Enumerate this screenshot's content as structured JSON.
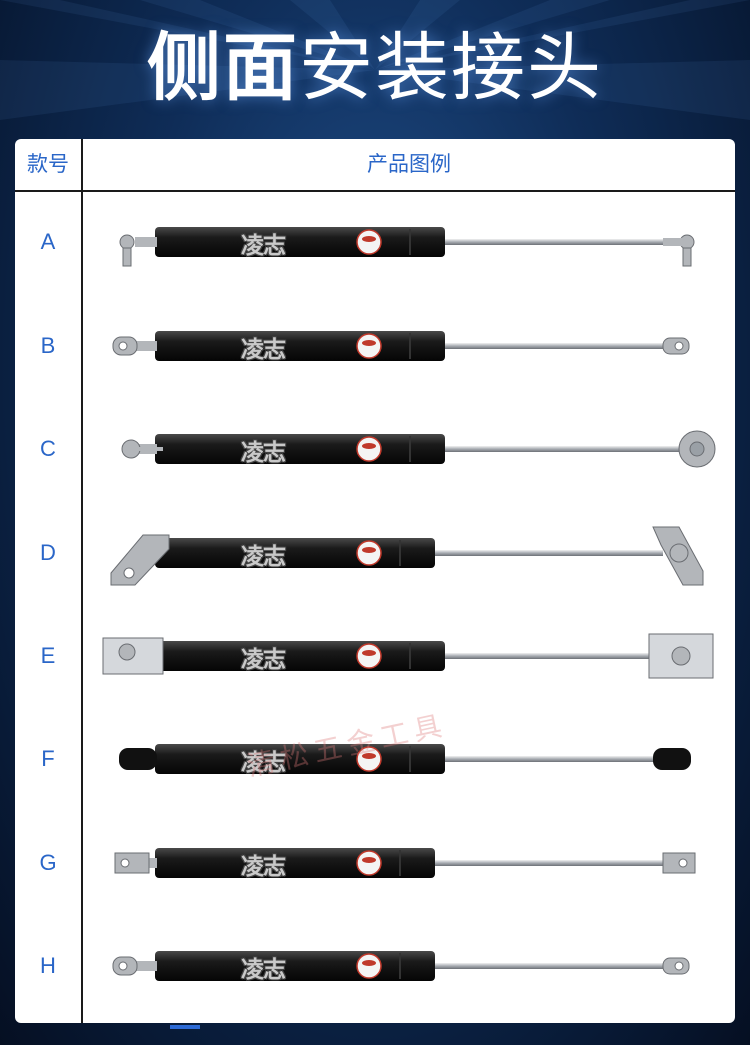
{
  "title": {
    "bold": "侧面",
    "light": "安装接头"
  },
  "table": {
    "header_code": "款号",
    "header_picture": "产品图例",
    "brand_mark": "凌志",
    "rows": [
      {
        "code": "A",
        "end_type": "ball-joint-with-bolt"
      },
      {
        "code": "B",
        "end_type": "eyelet"
      },
      {
        "code": "C",
        "end_type": "ball-socket-plate"
      },
      {
        "code": "D",
        "end_type": "angled-bracket"
      },
      {
        "code": "E",
        "end_type": "square-plate-bracket"
      },
      {
        "code": "F",
        "end_type": "rubber-cap"
      },
      {
        "code": "G",
        "end_type": "flat-tab"
      },
      {
        "code": "H",
        "end_type": "clevis-eyelet"
      }
    ]
  },
  "watermark": "清松五金工具",
  "colors": {
    "accent": "#2a66c8",
    "background": "#0f2d58",
    "cylinder": "#141414",
    "rod": "#b8bcc2"
  }
}
